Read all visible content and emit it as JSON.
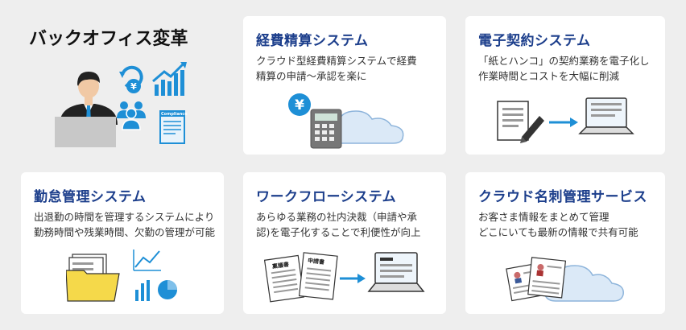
{
  "intro": {
    "title": "バックオフィス変革",
    "doc_label": "Compliance"
  },
  "cards": [
    {
      "title": "経費精算システム",
      "desc": "クラウド型経費精算システムで経費\n精算の申請〜承認を楽に",
      "icons": [
        "yen-coin-icon",
        "calculator-icon",
        "cloud-icon"
      ]
    },
    {
      "title": "電子契約システム",
      "desc": "「紙とハンコ」の契約業務を電子化し\n作業時間とコストを大幅に削減",
      "icons": [
        "contract-paper-icon",
        "pen-icon",
        "arrow-icon",
        "laptop-icon"
      ]
    },
    {
      "title": "勤怠管理システム",
      "desc": "出退勤の時間を管理するシステムにより\n勤務時間や残業時間、欠勤の管理が可能",
      "icons": [
        "folder-icon",
        "line-chart-icon",
        "bar-chart-icon",
        "pie-chart-icon"
      ]
    },
    {
      "title": "ワークフローシステム",
      "desc": "あらゆる業務の社内決裁（申請や承\n認)を電子化することで利便性が向上",
      "icons": [
        "document-icon",
        "arrow-icon",
        "laptop-icon"
      ],
      "doc_labels": [
        "稟議書",
        "申請書"
      ]
    },
    {
      "title": "クラウド名刺管理サービス",
      "desc": "お客さま情報をまとめて管理\nどこにいても最新の情報で共有可能",
      "icons": [
        "business-card-icon",
        "cloud-icon"
      ]
    }
  ],
  "colors": {
    "title_blue": "#1d3f8c",
    "accent_blue": "#1e8fd6",
    "background": "#eeeeee",
    "card": "#ffffff"
  }
}
